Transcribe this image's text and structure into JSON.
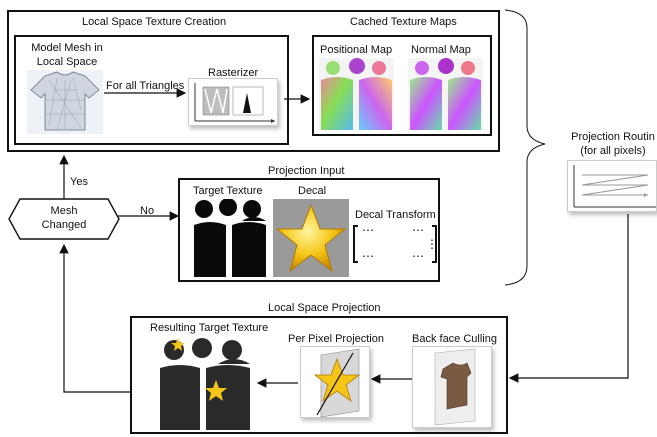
{
  "local_space": {
    "title": "Local Space Texture Creation",
    "mesh_label_1": "Model Mesh in",
    "mesh_label_2": "Local Space",
    "for_all_triangles": "For all Triangles",
    "rasterizer": "Rasterizer"
  },
  "cached": {
    "title": "Cached Texture Maps",
    "positional": "Positional Map",
    "normal": "Normal Map"
  },
  "projection_input": {
    "title": "Projection Input",
    "target_texture": "Target Texture",
    "decal": "Decal",
    "decal_transform": "Decal Transform"
  },
  "decision": {
    "line1": "Mesh",
    "line2": "Changed",
    "yes": "Yes",
    "no": "No"
  },
  "routine": {
    "line1": "Projection Routin",
    "line2": "(for all pixels)"
  },
  "local_projection": {
    "title": "Local Space Projection",
    "resulting": "Resulting Target Texture",
    "per_pixel": "Per Pixel Projection",
    "back_face": "Back face Culling"
  },
  "colors": {
    "positional_top": "#ee8899",
    "positional_bottom": "#55dd66",
    "normal_left": "#cc55ff",
    "normal_right": "#66ddaa",
    "star": "#f5c518",
    "decal_bg": "#9a9a9a",
    "black_fill": "#0a0a0a",
    "dark_fill": "#2a2a2a"
  }
}
